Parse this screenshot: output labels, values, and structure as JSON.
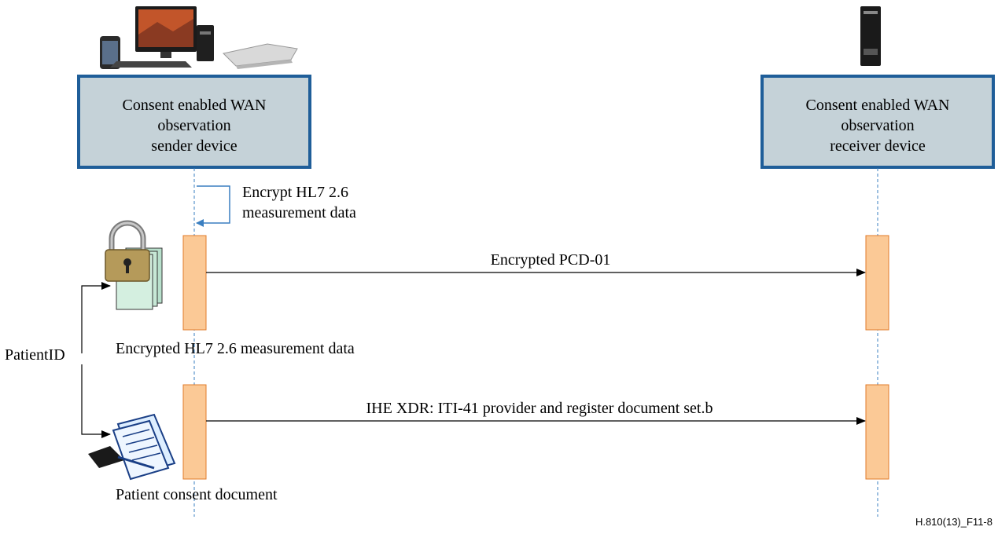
{
  "sender": {
    "line1": "Consent enabled WAN",
    "line2": "observation",
    "line3": "sender device"
  },
  "receiver": {
    "line1": "Consent enabled WAN",
    "line2": "observation",
    "line3": "receiver device"
  },
  "self_message": {
    "line1": "Encrypt HL7 2.6",
    "line2": "measurement data"
  },
  "messages": [
    {
      "label": "Encrypted PCD-01"
    },
    {
      "label": "IHE XDR: ITI-41 provider and register document set.b"
    }
  ],
  "artifacts": {
    "encrypted_data_label": "Encrypted HL7 2.6 measurement data",
    "consent_doc_label": "Patient consent document",
    "patient_id_label": "PatientID"
  },
  "figure_id": "H.810(13)_F11-8",
  "colors": {
    "box_fill": "#c5d2d8",
    "box_border": "#1f5e99",
    "activation_fill": "#fbc996",
    "activation_border": "#e07b2a",
    "lifeline": "#3a7fc1"
  }
}
